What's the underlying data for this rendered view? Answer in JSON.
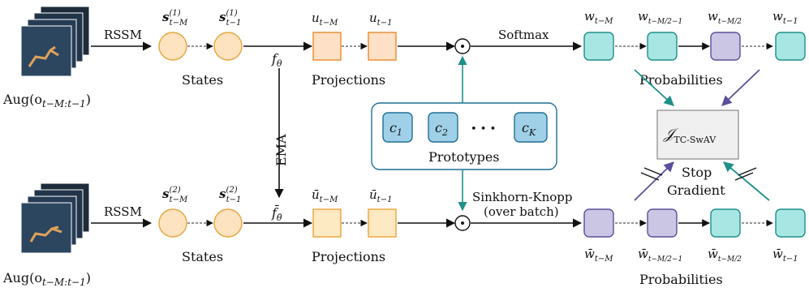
{
  "top_row": {
    "input_label": "Aug(o",
    "input_sub": "t−M:t−1",
    "input_close": ")",
    "encoder_label": "RSSM",
    "states": [
      {
        "sym": "s",
        "sup": "(1)",
        "sub": "t−M"
      },
      {
        "sym": "s",
        "sup": "(1)",
        "sub": "t−1"
      }
    ],
    "states_caption": "States",
    "proj_fn": {
      "sym": "f",
      "sub": "θ"
    },
    "projections": [
      {
        "sym": "u",
        "sub": "t−M"
      },
      {
        "sym": "u",
        "sub": "t−1"
      }
    ],
    "projections_caption": "Projections",
    "op_label": "Softmax",
    "probabilities": [
      {
        "sym": "w",
        "sub": "t−M"
      },
      {
        "sym": "w",
        "sub": "t−M/2−1"
      },
      {
        "sym": "w",
        "sub": "t−M/2"
      },
      {
        "sym": "w",
        "sub": "t−1"
      }
    ],
    "probabilities_caption": "Probabilities"
  },
  "bottom_row": {
    "input_label": "Aug(o",
    "input_sub": "t−M:t−1",
    "input_close": ")",
    "encoder_label": "RSSM",
    "states": [
      {
        "sym": "s",
        "sup": "(2)",
        "sub": "t−M"
      },
      {
        "sym": "s",
        "sup": "(2)",
        "sub": "t−1"
      }
    ],
    "states_caption": "States",
    "proj_fn": {
      "sym": "f̄",
      "sub": "θ̄"
    },
    "projections": [
      {
        "sym": "ū",
        "sub": "t−M"
      },
      {
        "sym": "ū",
        "sub": "t−1"
      }
    ],
    "projections_caption": "Projections",
    "op_label_1": "Sinkhorn-Knopp",
    "op_label_2": "(over batch)",
    "probabilities": [
      {
        "sym": "w̄",
        "sub": "t−M"
      },
      {
        "sym": "w̄",
        "sub": "t−M/2−1"
      },
      {
        "sym": "w̄",
        "sub": "t−M/2"
      },
      {
        "sym": "w̄",
        "sub": "t−1"
      }
    ],
    "probabilities_caption": "Probabilities"
  },
  "ema_label": "EMA",
  "prototypes": {
    "items": [
      {
        "sym": "c",
        "sub": "1"
      },
      {
        "sym": "c",
        "sub": "2"
      },
      {
        "sym": "c",
        "sub": "K"
      }
    ],
    "ellipsis": "• • •",
    "caption": "Prototypes"
  },
  "loss": {
    "sym": "𝒥",
    "sub": "TC-SwAV"
  },
  "stop_gradient_1": "Stop",
  "stop_gradient_2": "Gradient",
  "colors": {
    "state_fill": "#fde3bf",
    "state_stroke": "#e8a33b",
    "proj_top_fill": "#fde0c5",
    "proj_top_stroke": "#e88a2e",
    "proj_bot_fill": "#fde9c2",
    "proj_bot_stroke": "#e8a33b",
    "teal_fill": "#a8e6e3",
    "teal_stroke": "#1f8f8a",
    "purple_fill": "#cbc6e3",
    "purple_stroke": "#5a4f9a",
    "proto_fill": "#9fd0e8",
    "proto_stroke": "#1f6f93",
    "loss_fill": "#f0f0f0"
  }
}
